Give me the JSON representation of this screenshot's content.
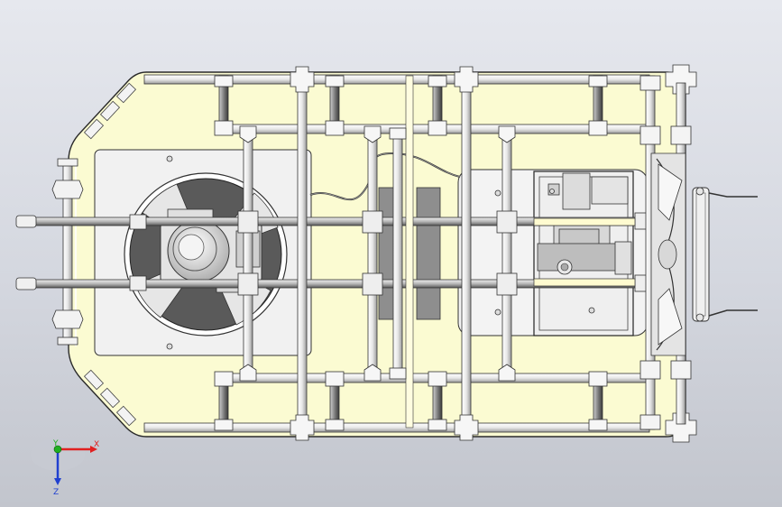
{
  "viewport": {
    "background_top": "#e6e8ee",
    "background_bottom": "#c2c5cd"
  },
  "model": {
    "deck_color": "#fbfbd2",
    "pipe_color": "#f4f4f4",
    "outline_color": "#2a2a2a",
    "panel_color": "#ececec",
    "dark_plate_color": "#8e8e8e"
  },
  "triad": {
    "x_label": "X",
    "y_label": "Y",
    "z_label": "Z",
    "x_color": "#e02020",
    "y_color": "#20b020",
    "z_color": "#2040d0"
  }
}
